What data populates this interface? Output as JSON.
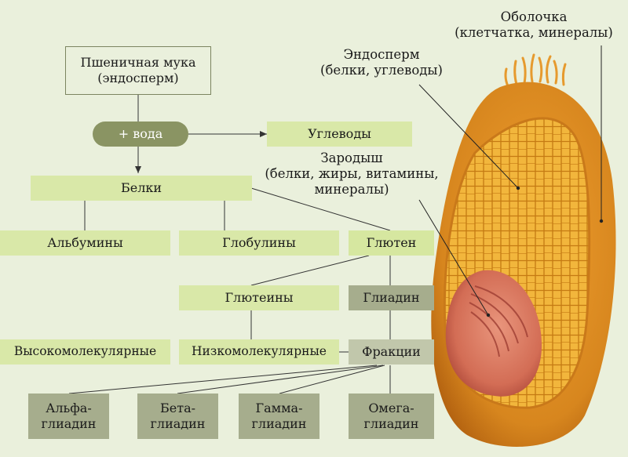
{
  "flow": {
    "flour": "Пшеничная мука\n(эндосперм)",
    "water": "+ вода",
    "carbs": "Углеводы",
    "proteins": "Белки",
    "albumins": "Альбумины",
    "globulins": "Глобулины",
    "gluten": "Глютен",
    "gluteins": "Глютеины",
    "gliadin": "Глиадин",
    "high_mol": "Высокомолекулярные",
    "low_mol": "Низкомолекулярные",
    "fractions": "Фракции",
    "alpha": "Альфа-\nглиадин",
    "beta": "Бета-\nглиадин",
    "gamma": "Гамма-\nглиадин",
    "omega": "Омега-\nглиадин"
  },
  "grain": {
    "shell": "Оболочка\n(клетчатка, минералы)",
    "endosperm": "Эндосперм\n(белки, углеводы)",
    "germ": "Зародыш\n(белки, жиры, витамины,\nминералы)"
  },
  "colors": {
    "bg": "#eaf0dc",
    "light_box": "#d9e8a8",
    "gray_box": "#c1c7ab",
    "dark_box": "#8a9463",
    "grain_orange": "#d98a22",
    "endosperm_yellow": "#f1b53a",
    "germ_pink": "#d8705a"
  }
}
